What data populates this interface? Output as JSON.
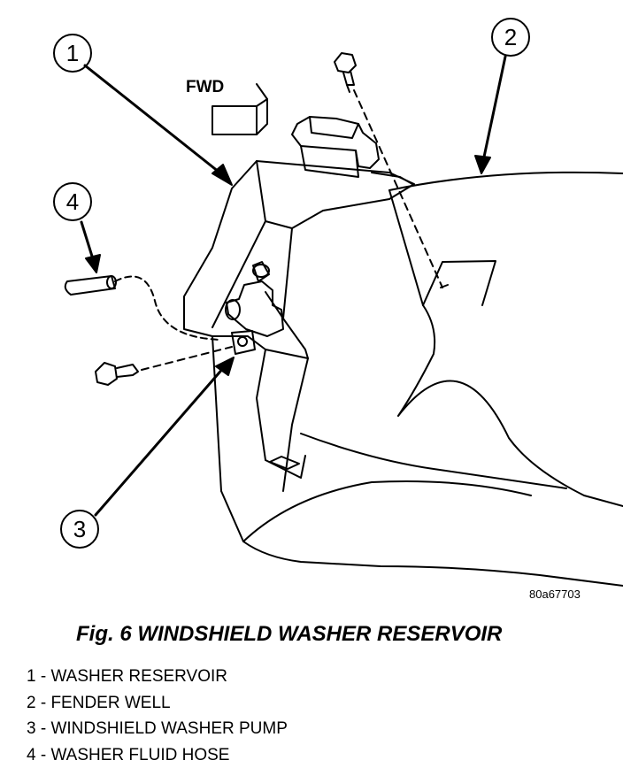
{
  "figure": {
    "fwd_label": "FWD",
    "figure_code": "80a67703",
    "callouts": [
      "1",
      "2",
      "3",
      "4"
    ]
  },
  "caption": "Fig. 6 WINDSHIELD WASHER RESERVOIR",
  "legend": [
    "1 - WASHER RESERVOIR",
    "2 - FENDER WELL",
    "3 - WINDSHIELD WASHER PUMP",
    "4 - WASHER FLUID HOSE"
  ]
}
